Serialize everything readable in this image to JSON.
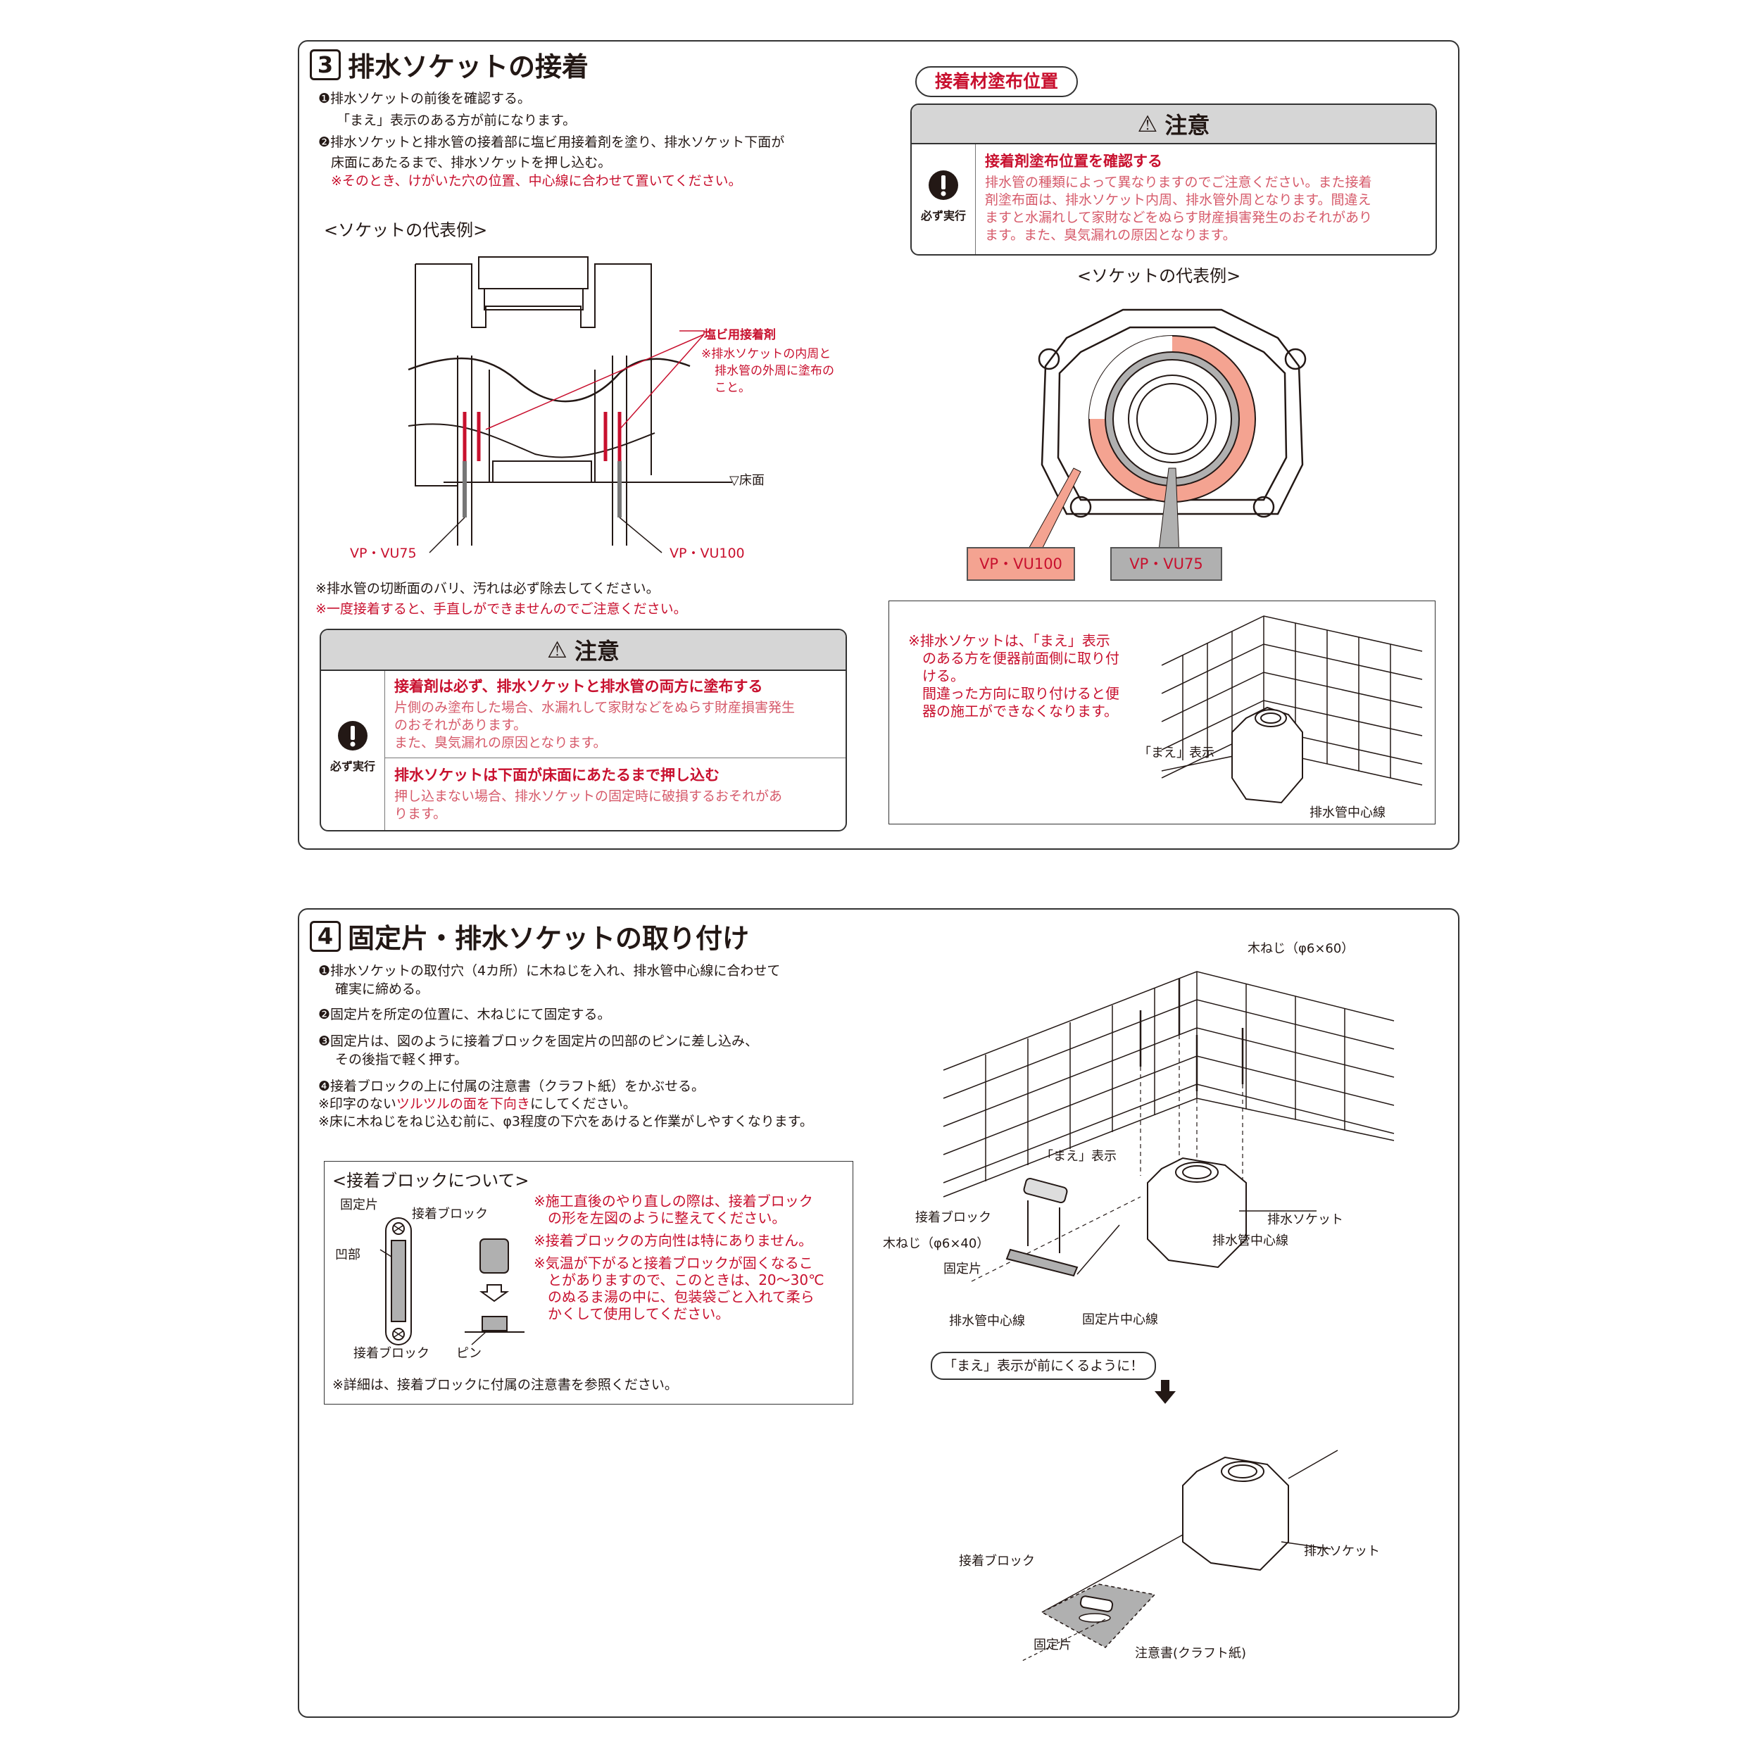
{
  "section3": {
    "num": "3",
    "title": "排水ソケットの接着",
    "step1_line1": "❶排水ソケットの前後を確認する。",
    "step1_line2": "「まえ」表示のある方が前になります。",
    "step2_line1": "❷排水ソケットと排水管の接着部に塩ビ用接着剤を塗り、排水ソケット下面が",
    "step2_line2": "床面にあたるまで、排水ソケットを押し込む。",
    "step2_note": "※そのとき、けがいた穴の位置、中心線に合わせて置いてください。",
    "example_title": "<ソケットの代表例>",
    "glue_label": "塩ビ用接着剤",
    "glue_note_1": "※排水ソケットの内周と",
    "glue_note_2": "排水管の外周に塗布の",
    "glue_note_3": "こと。",
    "floor_label": "▽床面",
    "vp75": "VP・VU75",
    "vp100": "VP・VU100",
    "note_burr": "※排水管の切断面のバリ、汚れは必ず除去してください。",
    "note_once": "※一度接着すると、手直しができませんのでご注意ください。",
    "caution_left": {
      "head": "注意",
      "icon_label": "必ず実行",
      "item1_title": "接着剤は必ず、排水ソケットと排水管の両方に塗布する",
      "item1_body_1": "片側のみ塗布した場合、水漏れして家財などをぬらす財産損害発生",
      "item1_body_2": "のおそれがあります。",
      "item1_body_3": "また、臭気漏れの原因となります。",
      "item2_title": "排水ソケットは下面が床面にあたるまで押し込む",
      "item2_body_1": "押し込まない場合、排水ソケットの固定時に破損するおそれがあ",
      "item2_body_2": "ります。"
    },
    "position_badge": "接着材塗布位置",
    "caution_right": {
      "head": "注意",
      "icon_label": "必ず実行",
      "title": "接着剤塗布位置を確認する",
      "body_1": "排水管の種類によって異なりますのでご注意ください。また接着",
      "body_2": "剤塗布面は、排水ソケット内周、排水管外周となります。間違え",
      "body_3": "ますと水漏れして家財などをぬらす財産損害発生のおそれがあり",
      "body_4": "ます。また、臭気漏れの原因となります。"
    },
    "example_title_right": "<ソケットの代表例>",
    "vp100_box": "VP・VU100",
    "vp75_box": "VP・VU75",
    "front_note_1": "※排水ソケットは、「まえ」表示",
    "front_note_2": "のある方を便器前面側に取り付",
    "front_note_3": "ける。",
    "front_note_4": "間違った方向に取り付けると便",
    "front_note_5": "器の施工ができなくなります。",
    "mae_label": "「まえ」表示",
    "center_label": "排水管中心線"
  },
  "section4": {
    "num": "4",
    "title": "固定片・排水ソケットの取り付け",
    "step1_line1": "❶排水ソケットの取付穴（4カ所）に木ねじを入れ、排水管中心線に合わせて",
    "step1_line2": "確実に締める。",
    "step2": "❷固定片を所定の位置に、木ねじにて固定する。",
    "step3_line1": "❸固定片は、図のように接着ブロックを固定片の凹部のピンに差し込み、",
    "step3_line2": "その後指で軽く押す。",
    "step4": "❹接着ブロックの上に付属の注意書（クラフト紙）をかぶせる。",
    "note_print_a": "※印字のない",
    "note_print_b": "ツルツルの面を下向き",
    "note_print_c": "にしてください。",
    "note_pilot": "※床に木ねじをねじ込む前に、φ3程度の下穴をあけると作業がしやすくなります。",
    "block_box": {
      "title": "<接着ブロックについて>",
      "kotei": "固定片",
      "oubu": "凹部",
      "block_top": "接着ブロック",
      "block_bottom": "接着ブロック",
      "pin": "ピン",
      "note1_1": "※施工直後のやり直しの際は、接着ブロック",
      "note1_2": "の形を左図のように整えてください。",
      "note2": "※接着ブロックの方向性は特にありません。",
      "note3_1": "※気温が下がると接着ブロックが固くなるこ",
      "note3_2": "とがありますので、このときは、20～30℃",
      "note3_3": "のぬるま湯の中に、包装袋ごと入れて柔ら",
      "note3_4": "かくして使用してください。",
      "detail": "※詳細は、接着ブロックに付属の注意書を参照ください。"
    },
    "screw_top": "木ねじ（φ6×60）",
    "mae_label": "「まえ」表示",
    "block_label": "接着ブロック",
    "screw_small": "木ねじ（φ6×40）",
    "kotei_label": "固定片",
    "socket_label": "排水ソケット",
    "center_label": "排水管中心線",
    "center_label2": "排水管中心線",
    "kotei_center": "固定片中心線",
    "front_callout": "「まえ」表示が前にくるように！",
    "block_label2": "接着ブロック",
    "socket_label2": "排水ソケット",
    "kotei_label2": "固定片",
    "kraft_label": "注意書(クラフト紙)"
  }
}
